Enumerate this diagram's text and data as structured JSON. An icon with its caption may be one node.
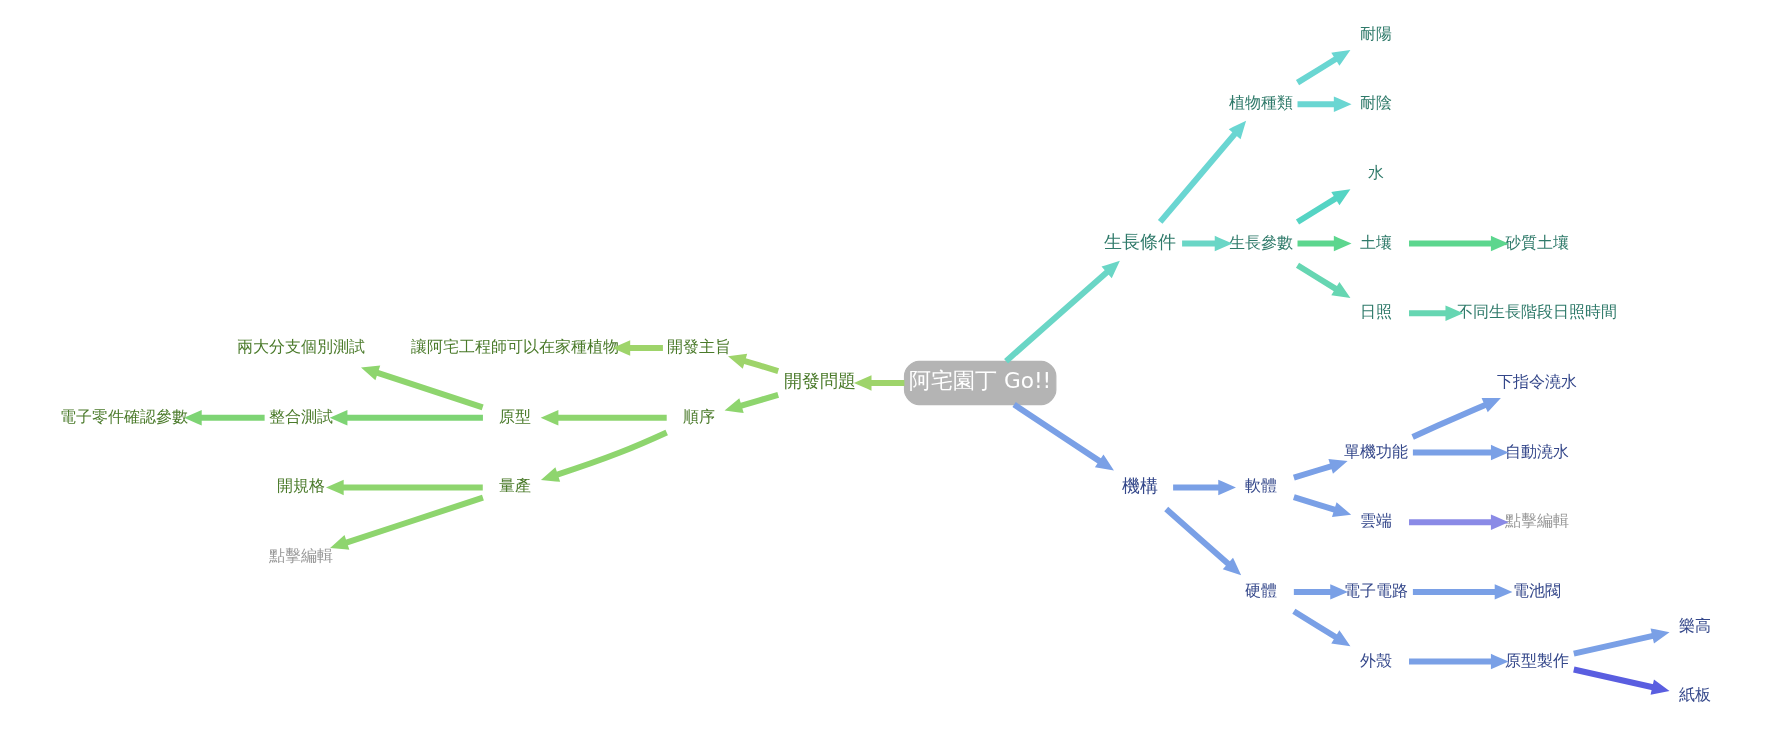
{
  "diagram": {
    "nodes": [
      {
        "text": [
          "阿宅園丁 Go!!"
        ]
      },
      {
        "text": [
          "開發問題"
        ]
      },
      {
        "text": [
          "開發主旨"
        ]
      },
      {
        "text": [
          "讓阿宅工程師可以在家種植物"
        ]
      },
      {
        "text": [
          "順序"
        ]
      },
      {
        "text": [
          "原型"
        ]
      },
      {
        "text": [
          "兩大分支個別測試"
        ]
      },
      {
        "text": [
          "整合測試"
        ]
      },
      {
        "text": [
          "電子零件確認參數"
        ]
      },
      {
        "text": [
          "量產"
        ]
      },
      {
        "text": [
          "開規格"
        ]
      },
      {
        "text": [
          "點擊編輯"
        ]
      },
      {
        "text": [
          "生長條件"
        ]
      },
      {
        "text": [
          "植物種類"
        ]
      },
      {
        "text": [
          "耐陽"
        ]
      },
      {
        "text": [
          "耐陰"
        ]
      },
      {
        "text": [
          "生長參數"
        ]
      },
      {
        "text": [
          "水"
        ]
      },
      {
        "text": [
          "土壤"
        ]
      },
      {
        "text": [
          "砂質土壤"
        ]
      },
      {
        "text": [
          "日照"
        ]
      },
      {
        "text": [
          "不同生長階段日照時間"
        ]
      },
      {
        "text": [
          "機構"
        ]
      },
      {
        "text": [
          "軟體"
        ]
      },
      {
        "text": [
          "單機功能"
        ]
      },
      {
        "text": [
          "下指令澆水"
        ]
      },
      {
        "text": [
          "自動澆水"
        ]
      },
      {
        "text": [
          "雲端"
        ]
      },
      {
        "text": [
          "點擊編輯"
        ]
      },
      {
        "text": [
          "硬體"
        ]
      },
      {
        "text": [
          "電子電路"
        ]
      },
      {
        "text": [
          "電池閥"
        ]
      },
      {
        "text": [
          "外殼"
        ]
      },
      {
        "text": [
          "原型製作"
        ]
      },
      {
        "text": [
          "樂高"
        ]
      },
      {
        "text": [
          "紙板"
        ]
      }
    ],
    "edges": [
      {
        "from": 0,
        "to": 1,
        "arrow": "to",
        "color": "#9ed46a"
      },
      {
        "from": 1,
        "to": 2,
        "arrow": "to",
        "color": "#9ed46a"
      },
      {
        "from": 2,
        "to": 3,
        "arrow": "to",
        "color": "#9ed46a"
      },
      {
        "from": 1,
        "to": 4,
        "arrow": "to",
        "color": "#8ed56e"
      },
      {
        "from": 4,
        "to": 5,
        "arrow": "to",
        "color": "#8ed56e"
      },
      {
        "from": 5,
        "to": 6,
        "arrow": "to",
        "color": "#8ed56e"
      },
      {
        "from": 5,
        "to": 7,
        "arrow": "to",
        "color": "#7ed474"
      },
      {
        "from": 7,
        "to": 8,
        "arrow": "to",
        "color": "#7ed474"
      },
      {
        "from": 4,
        "to": 9,
        "arrow": "to",
        "color": "#8ed56e"
      },
      {
        "from": 9,
        "to": 10,
        "arrow": "to",
        "color": "#8ed56e"
      },
      {
        "from": 9,
        "to": 11,
        "arrow": "to",
        "color": "#8ed56e"
      },
      {
        "from": 0,
        "to": 12,
        "arrow": "to",
        "color": "#6ad6c6"
      },
      {
        "from": 12,
        "to": 13,
        "arrow": "to",
        "color": "#6ad6d2"
      },
      {
        "from": 13,
        "to": 14,
        "arrow": "to",
        "color": "#6ad6d2"
      },
      {
        "from": 13,
        "to": 15,
        "arrow": "to",
        "color": "#6ad6d2"
      },
      {
        "from": 12,
        "to": 16,
        "arrow": "to",
        "color": "#6ad6c6"
      },
      {
        "from": 16,
        "to": 17,
        "arrow": "to",
        "color": "#55d4c4"
      },
      {
        "from": 16,
        "to": 18,
        "arrow": "to",
        "color": "#5cd68e"
      },
      {
        "from": 18,
        "to": 19,
        "arrow": "to",
        "color": "#5cd68e"
      },
      {
        "from": 16,
        "to": 20,
        "arrow": "to",
        "color": "#66d6b2"
      },
      {
        "from": 20,
        "to": 21,
        "arrow": "to",
        "color": "#66d6b2"
      },
      {
        "from": 0,
        "to": 22,
        "arrow": "to"
      },
      {
        "from": 22,
        "to": 23,
        "arrow": "to"
      },
      {
        "from": 23,
        "to": 24,
        "arrow": "to"
      },
      {
        "from": 24,
        "to": 25,
        "arrow": "to"
      },
      {
        "from": 24,
        "to": 26,
        "arrow": "to"
      },
      {
        "from": 23,
        "to": 27,
        "arrow": "to"
      },
      {
        "from": 27,
        "to": 28,
        "arrow": "to",
        "color": "#8a8ae6"
      },
      {
        "from": 22,
        "to": 29,
        "arrow": "to"
      },
      {
        "from": 29,
        "to": 30,
        "arrow": "to"
      },
      {
        "from": 30,
        "to": 31,
        "arrow": "to"
      },
      {
        "from": 29,
        "to": 32,
        "arrow": "to"
      },
      {
        "from": 32,
        "to": 33,
        "arrow": "to"
      },
      {
        "from": 33,
        "to": 34,
        "arrow": "to"
      },
      {
        "from": 33,
        "to": 35,
        "arrow": "to",
        "color": "#5a5ee0"
      }
    ]
  }
}
